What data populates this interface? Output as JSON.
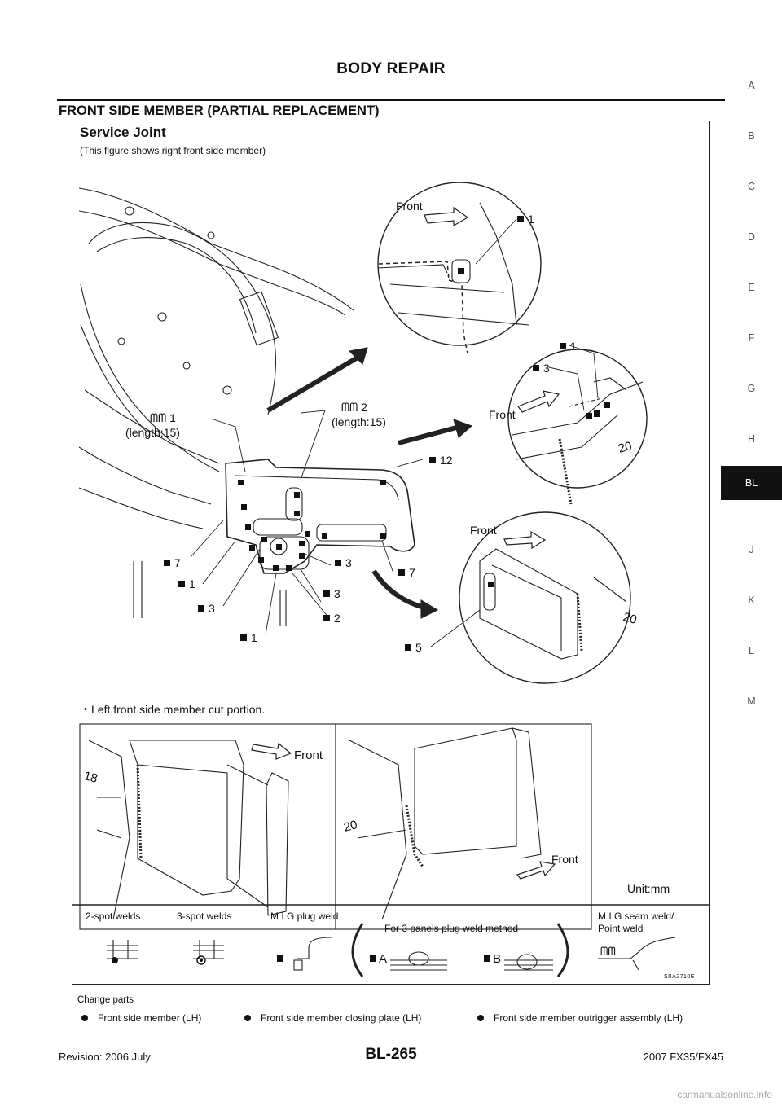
{
  "header": {
    "title": "BODY REPAIR"
  },
  "section": {
    "title": "FRONT SIDE MEMBER (PARTIAL REPLACEMENT)"
  },
  "figure": {
    "title": "Service Joint",
    "note": "(This figure shows right front side member)",
    "cut_note": "・Left front side member cut portion.",
    "unit": "Unit:mm",
    "code": "SIIA2710E",
    "front_label": "Front",
    "callouts": {
      "c1_1": "1",
      "c1_3": "3",
      "c1_12": "12",
      "c1_7a": "7",
      "c1_1b": "1",
      "c1_3b": "3",
      "c1_1c": "1",
      "c1_3c": "3",
      "c1_3d": "3",
      "c1_2": "2",
      "c1_7b": "7",
      "c1_5": "5",
      "c1_1top": "1",
      "seam1_num": "1",
      "seam1_len": "(length:15)",
      "seam2_num": "2",
      "seam2_len": "(length:15)",
      "dim_20a": "20",
      "dim_20b": "20",
      "dim_18": "18",
      "dim_20c": "20"
    },
    "legend": {
      "two_spot": "2-spot welds",
      "three_spot": "3-spot welds",
      "plug": "M I G plug weld",
      "three_panels": "For 3 panels plug weld method",
      "seam": "M I G seam weld/",
      "point": "Point weld",
      "a": "A",
      "b": "B"
    }
  },
  "change_parts": {
    "label": "Change parts",
    "items": [
      "Front side member (LH)",
      "Front side member closing plate (LH)",
      "Front side member outrigger assembly (LH)"
    ]
  },
  "side_tabs": [
    "A",
    "B",
    "C",
    "D",
    "E",
    "F",
    "G",
    "H",
    "BL",
    "J",
    "K",
    "L",
    "M"
  ],
  "active_tab": "BL",
  "footer": {
    "revision": "Revision: 2006 July",
    "page": "BL-265",
    "model": "2007 FX35/FX45"
  },
  "watermark": "carmanualsonline.info"
}
